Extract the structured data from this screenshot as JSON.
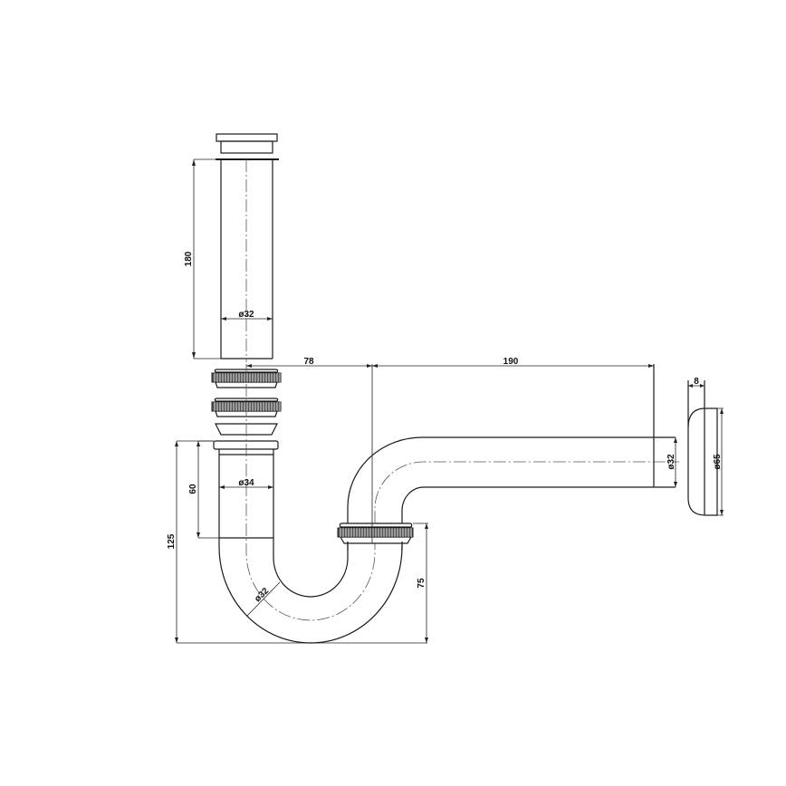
{
  "drawing": {
    "title": "Bottle trap / P-trap with extension tube - technical drawing",
    "colors": {
      "line": "#1a1a1a",
      "background": "#ffffff",
      "knurl": "#555555"
    },
    "dimensions": {
      "tube_length": "180",
      "tube_diameter": "ø32",
      "inlet_diameter": "ø34",
      "inlet_height": "60",
      "total_height": "125",
      "trap_diameter": "ø32",
      "trap_depth": "75",
      "horizontal_offset": "78",
      "outlet_length": "190",
      "outlet_diameter": "ø32",
      "flange_diameter": "ø65",
      "flange_thickness": "8"
    },
    "components": [
      "top-cap",
      "extension-tube",
      "knurled-nut-upper",
      "knurled-nut-lower",
      "tapered-washer",
      "inlet-sleeve",
      "u-bend",
      "trap-nut",
      "outlet-pipe",
      "wall-flange"
    ]
  }
}
